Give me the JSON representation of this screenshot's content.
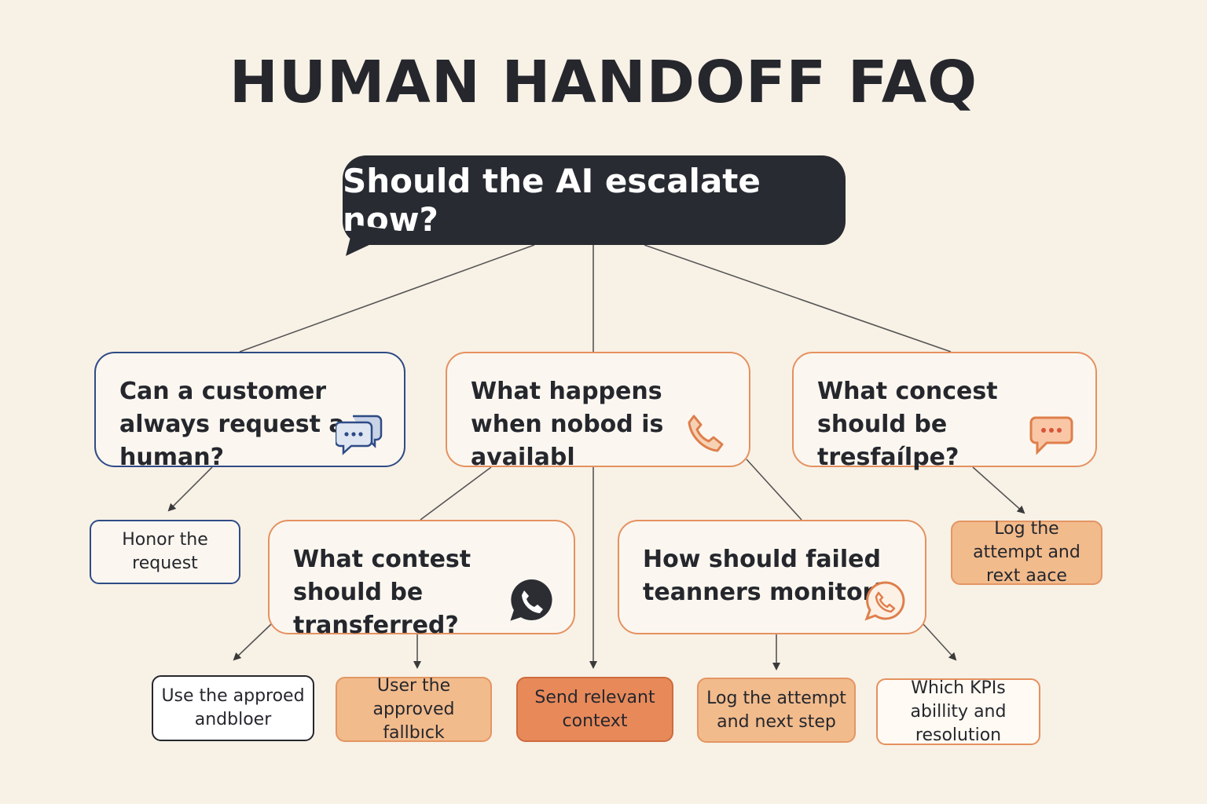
{
  "title": "HUMAN HANDOFF FAQ",
  "root_question": "Should the AI escalate now?",
  "questions": {
    "q1": {
      "text": "Can a customer always request a human?",
      "icon": "chat-bubbles-icon"
    },
    "q2": {
      "text": "What happens when nobod is availabl",
      "icon": "phone-icon"
    },
    "q3": {
      "text": "What concest should be tresfaílpe?",
      "icon": "chat-bubble-icon"
    },
    "q4": {
      "text": "What contest should be transferred?",
      "icon": "whatsapp-icon"
    },
    "q5": {
      "text": "How should failed teanners monitor?",
      "icon": "whatsapp-outline-icon"
    }
  },
  "answers": {
    "a1": "Honor the request",
    "a2": "Log the attempt and rext aace",
    "a3": "Use the approed andbloer",
    "a4": "User the approved fallbıck",
    "a5": "Send relevant context",
    "a6": "Log the attempt and next step",
    "a7": "Which KPIs abillity and resolution"
  },
  "colors": {
    "background": "#f8f1e6",
    "dark": "#282b31",
    "blue_border": "#2f4b86",
    "orange_border": "#e59160",
    "peach_fill": "#f2bb8c",
    "orange_fill": "#e8895a"
  }
}
